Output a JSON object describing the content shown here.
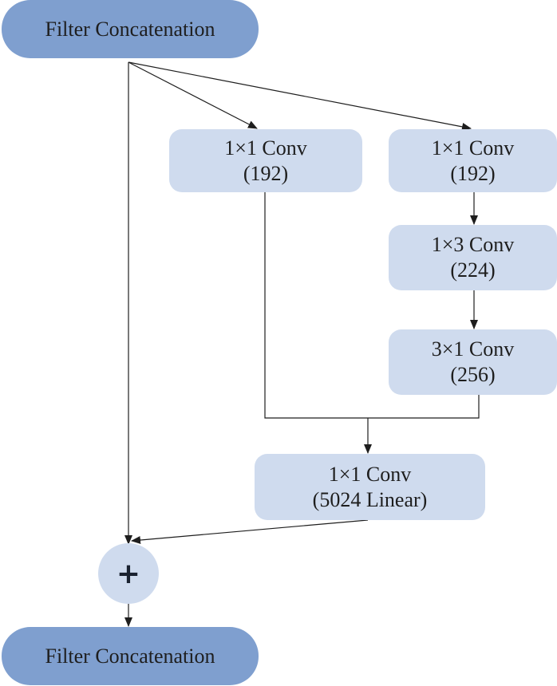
{
  "diagram": {
    "top_concat": {
      "label": "Filter Concatenation"
    },
    "branch_a": {
      "op": "1×1 Conv",
      "filters": "(192)"
    },
    "branch_b1": {
      "op": "1×1 Conv",
      "filters": "(192)"
    },
    "branch_b2": {
      "op": "1×3 Conv",
      "filters": "(224)"
    },
    "branch_b3": {
      "op": "3×1 Conv",
      "filters": "(256)"
    },
    "merge_conv": {
      "op": "1×1 Conv",
      "filters": "(5024 Linear)"
    },
    "add": {
      "symbol": "+"
    },
    "bottom_concat": {
      "label": "Filter Concatenation"
    }
  },
  "colors": {
    "concat_fill": "#7f9fcf",
    "conv_fill": "#cfdbee",
    "line": "#1e1e1e"
  }
}
